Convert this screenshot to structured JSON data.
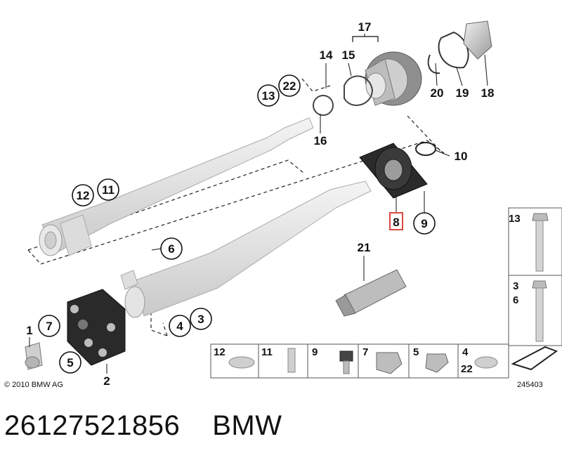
{
  "callouts": {
    "c1": "1",
    "c2": "2",
    "c3": "3",
    "c4": "4",
    "c5": "5",
    "c6": "6",
    "c7": "7",
    "c8": "8",
    "c9": "9",
    "c10": "10",
    "c11": "11",
    "c12": "12",
    "c13": "13",
    "c14": "14",
    "c15": "15",
    "c16": "16",
    "c17": "17",
    "c18": "18",
    "c19": "19",
    "c20": "20",
    "c21": "21",
    "c22": "22"
  },
  "side_panel": {
    "top": "13",
    "middle_a": "3",
    "middle_b": "6"
  },
  "hardware_row": {
    "h12": "12",
    "h11": "11",
    "h9": "9",
    "h7": "7",
    "h5": "5",
    "h4": "4",
    "h22": "22"
  },
  "copyright": "© 2010 BMW AG",
  "figure_number": "245403",
  "footer": {
    "part_number": "26127521856",
    "brand": "BMW"
  },
  "colors": {
    "highlight": "#d9342b",
    "shaft_gray": "#e6e6e6",
    "dark_part": "#2a2a2a"
  }
}
